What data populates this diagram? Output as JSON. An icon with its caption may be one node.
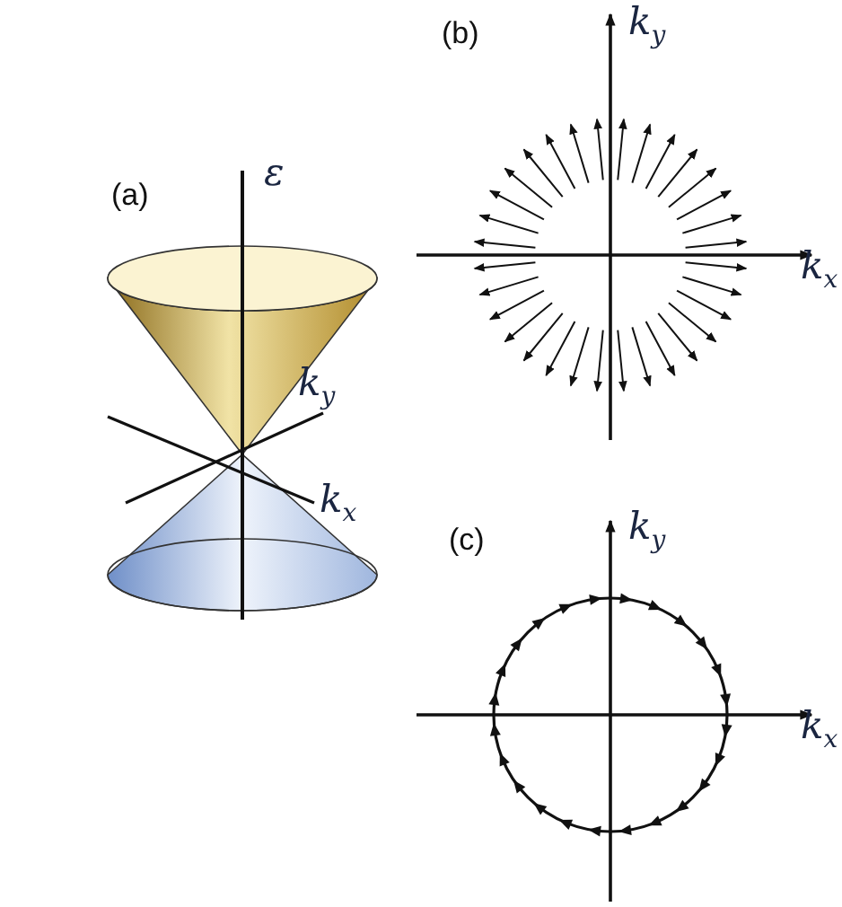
{
  "diagram": {
    "labels": [
      "(a)",
      "ε",
      "k$_{y}$",
      "k$_{x}$",
      "(b)",
      "k$_{y}$",
      "k$_{x}$",
      "(c)",
      "k$_{y}$",
      "k$_{x}$"
    ]
  }
}
